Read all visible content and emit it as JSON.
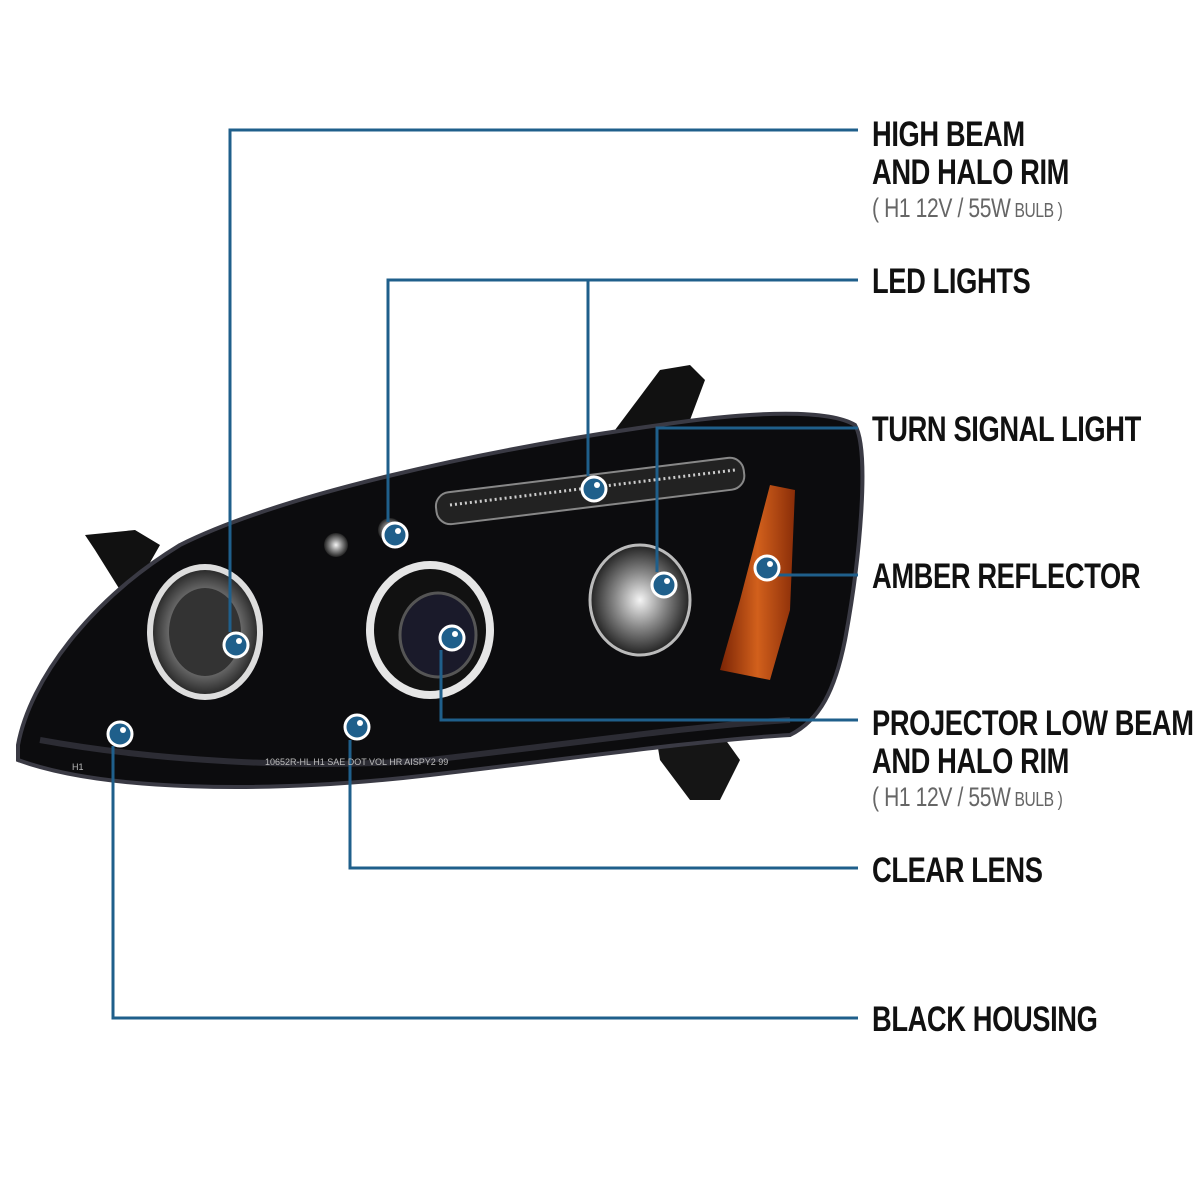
{
  "colors": {
    "leader_line": "#1f5f8b",
    "housing": "#0c0c0e",
    "amber": "#b5460f"
  },
  "callouts": [
    {
      "id": "high-beam",
      "lines": [
        "HIGH BEAM",
        "AND HALO RIM"
      ],
      "spec": "( H1  12V / 55W",
      "spec_small": " BULB )"
    },
    {
      "id": "led-lights",
      "lines": [
        "LED LIGHTS"
      ]
    },
    {
      "id": "turn-signal",
      "lines": [
        "TURN SIGNAL LIGHT"
      ]
    },
    {
      "id": "amber-reflector",
      "lines": [
        "AMBER REFLECTOR"
      ]
    },
    {
      "id": "projector-low-beam",
      "lines": [
        "PROJECTOR LOW BEAM",
        "AND HALO RIM"
      ],
      "spec": "( H1  12V / 55W",
      "spec_small": " BULB )"
    },
    {
      "id": "clear-lens",
      "lines": [
        "CLEAR LENS"
      ]
    },
    {
      "id": "black-housing",
      "lines": [
        "BLACK HOUSING"
      ]
    }
  ],
  "lens_markings": [
    "H1",
    "10652R-HL  H1  SAE  DOT  VOL  HR  AISPY2  99"
  ]
}
